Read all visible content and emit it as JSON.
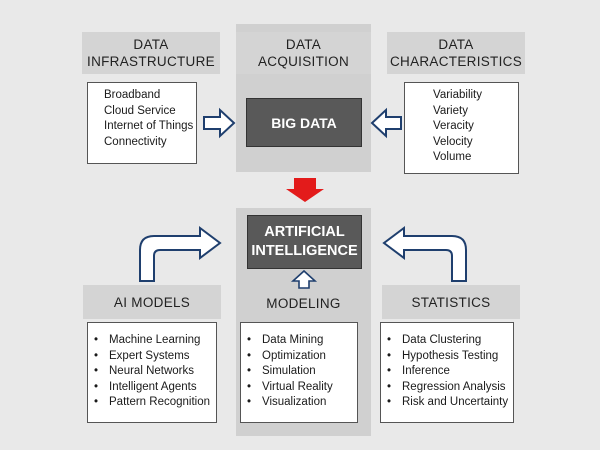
{
  "top": {
    "infrastructure": {
      "title": [
        "DATA",
        "INFRASTRUCTURE"
      ],
      "items": [
        "Broadband",
        "Cloud Service",
        "Internet of Things",
        "Connectivity"
      ]
    },
    "acquisition": {
      "title": [
        "DATA",
        "ACQUISITION"
      ],
      "center": "BIG DATA"
    },
    "characteristics": {
      "title": [
        "DATA",
        "CHARACTERISTICS"
      ],
      "items": [
        "Variability",
        "Variety",
        "Veracity",
        "Velocity",
        "Volume"
      ]
    }
  },
  "ai": {
    "center": [
      "ARTIFICIAL",
      "INTELLIGENCE"
    ]
  },
  "bottom": {
    "ai_models": {
      "title": "AI MODELS",
      "items": [
        "Machine Learning",
        "Expert Systems",
        "Neural Networks",
        "Intelligent Agents",
        "Pattern Recognition"
      ]
    },
    "modeling": {
      "title": "MODELING",
      "items": [
        "Data Mining",
        "Optimization",
        "Simulation",
        "Virtual Reality",
        "Visualization"
      ]
    },
    "statistics": {
      "title": "STATISTICS",
      "items": [
        "Data Clustering",
        "Hypothesis Testing",
        "Inference",
        "Regression Analysis",
        "Risk and Uncertainty"
      ]
    }
  },
  "colors": {
    "background": "#e9e9e9",
    "band": "#d0d0d0",
    "dark_box": "#595959",
    "arrow_outline": "#1f3f6e",
    "down_arrow": "#e31b1b"
  }
}
